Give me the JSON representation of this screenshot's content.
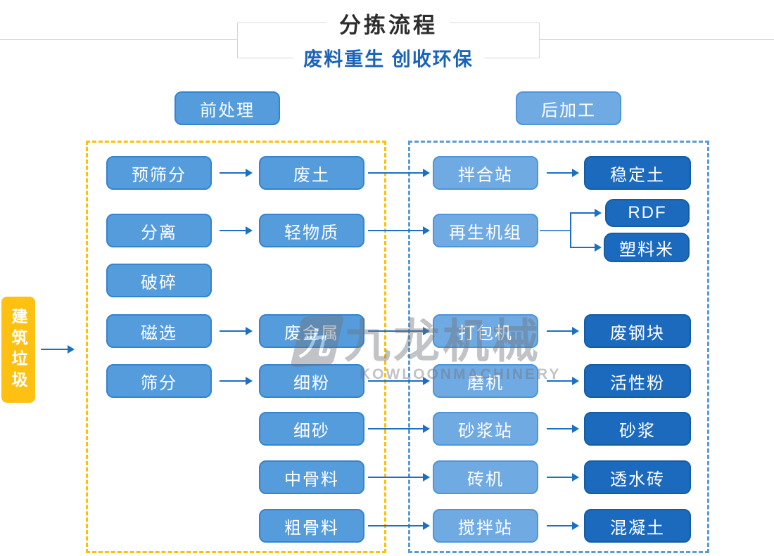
{
  "header": {
    "title": "分拣流程",
    "subtitle": "废料重生 创收环保"
  },
  "sections": {
    "pre": "前处理",
    "post": "后加工"
  },
  "source": {
    "label": "建筑垃圾"
  },
  "nodes": {
    "pre_steps": [
      "预筛分",
      "分离",
      "破碎",
      "磁选",
      "筛分"
    ],
    "intermediates": [
      "废土",
      "轻物质",
      "废金属",
      "细粉",
      "细砂",
      "中骨料",
      "粗骨料"
    ],
    "machines": [
      "拌合站",
      "再生机组",
      "打包机",
      "磨机",
      "砂浆站",
      "砖机",
      "搅拌站"
    ],
    "products": [
      "稳定土",
      "RDF",
      "塑料米",
      "废钢块",
      "活性粉",
      "砂浆",
      "透水砖",
      "混凝土"
    ]
  },
  "edges": [
    {
      "from": "建筑垃圾",
      "to": "前处理"
    },
    {
      "from": "预筛分",
      "to": "废土"
    },
    {
      "from": "废土",
      "to": "拌合站"
    },
    {
      "from": "拌合站",
      "to": "稳定土"
    },
    {
      "from": "分离",
      "to": "轻物质"
    },
    {
      "from": "轻物质",
      "to": "再生机组"
    },
    {
      "from": "再生机组",
      "to": "RDF"
    },
    {
      "from": "再生机组",
      "to": "塑料米"
    },
    {
      "from": "磁选",
      "to": "废金属"
    },
    {
      "from": "废金属",
      "to": "打包机"
    },
    {
      "from": "打包机",
      "to": "废钢块"
    },
    {
      "from": "筛分",
      "to": "细粉"
    },
    {
      "from": "细粉",
      "to": "磨机"
    },
    {
      "from": "磨机",
      "to": "活性粉"
    },
    {
      "from": "细砂",
      "to": "砂浆站"
    },
    {
      "from": "砂浆站",
      "to": "砂浆"
    },
    {
      "from": "中骨料",
      "to": "砖机"
    },
    {
      "from": "砖机",
      "to": "透水砖"
    },
    {
      "from": "粗骨料",
      "to": "搅拌站"
    },
    {
      "from": "搅拌站",
      "to": "混凝土"
    }
  ],
  "watermark": {
    "logo": "九",
    "name": "九龙机械",
    "sub": "KOWLOONMACHINERY"
  },
  "colors": {
    "medium_blue": "#559cdd",
    "light_blue": "#70aae3",
    "dark_blue": "#1b6abe",
    "yellow": "#fec111",
    "yellow_dash": "#ffc000",
    "blue_dash": "#5b9bd5",
    "arrow": "#1c6fc2",
    "title": "#2d2d2d",
    "subtitle": "#1a63b7"
  }
}
